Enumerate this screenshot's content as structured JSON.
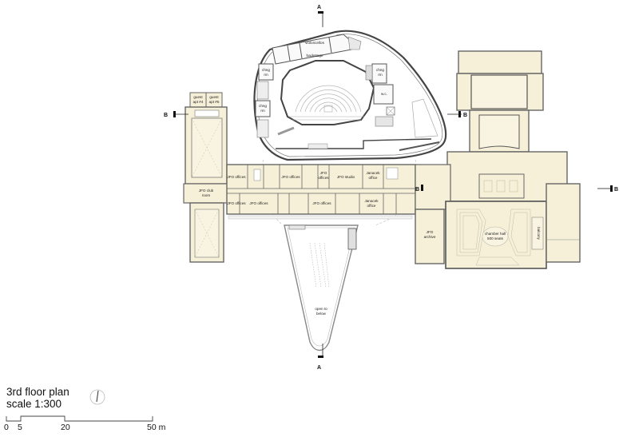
{
  "drawing": {
    "title": "3rd floor plan",
    "scale": "scale 1:300",
    "colors": {
      "room_fill": "#f6f0d8",
      "wall": "#555555",
      "line": "#888888",
      "background": "#ffffff"
    }
  },
  "scale_bar": {
    "ticks": [
      "0",
      "5",
      "20",
      "50 m"
    ]
  },
  "section_markers": {
    "a_top": "A",
    "a_bottom": "A",
    "b_left": "B",
    "b_mid": "B",
    "b_center": "B",
    "b_right": "B"
  },
  "rooms": {
    "backstage": "backstage",
    "violoncellos": "violoncellos",
    "chng_rm_1": "chng",
    "chng_rm_1b": "rm",
    "chng_rm_2": "chng",
    "chng_rm_2b": "rm",
    "chng_rm_3": "chng",
    "chng_rm_3b": "rm",
    "wc": "w.c.",
    "guest_apt_4a": "guest",
    "guest_apt_4b": "apt #4",
    "guest_apt_5a": "guest",
    "guest_apt_5b": "apt #5",
    "jfo_club_room_a": "JFO club",
    "jfo_club_room_b": "room",
    "jfo_offices_1": "JFO offices",
    "jfo_offices_2": "JFO offices",
    "jfo_offices_3a": "JFO",
    "jfo_offices_3b": "offices",
    "jfo_offices_4": "JFO offices",
    "jfo_offices_5": "JFO offices",
    "jfo_offices_6": "JFO offices",
    "jfo_studio": "JFO studio",
    "janacek_office_1a": "Janacek",
    "janacek_office_1b": "office",
    "janacek_office_2a": "Janacek",
    "janacek_office_2b": "office",
    "jfo_archive_a": "JFO",
    "jfo_archive_b": "archive",
    "chamber_hall_a": "chamber hall",
    "chamber_hall_b": "500 seats",
    "balcony": "balcony",
    "open_to_below_a": "open to",
    "open_to_below_b": "below"
  }
}
